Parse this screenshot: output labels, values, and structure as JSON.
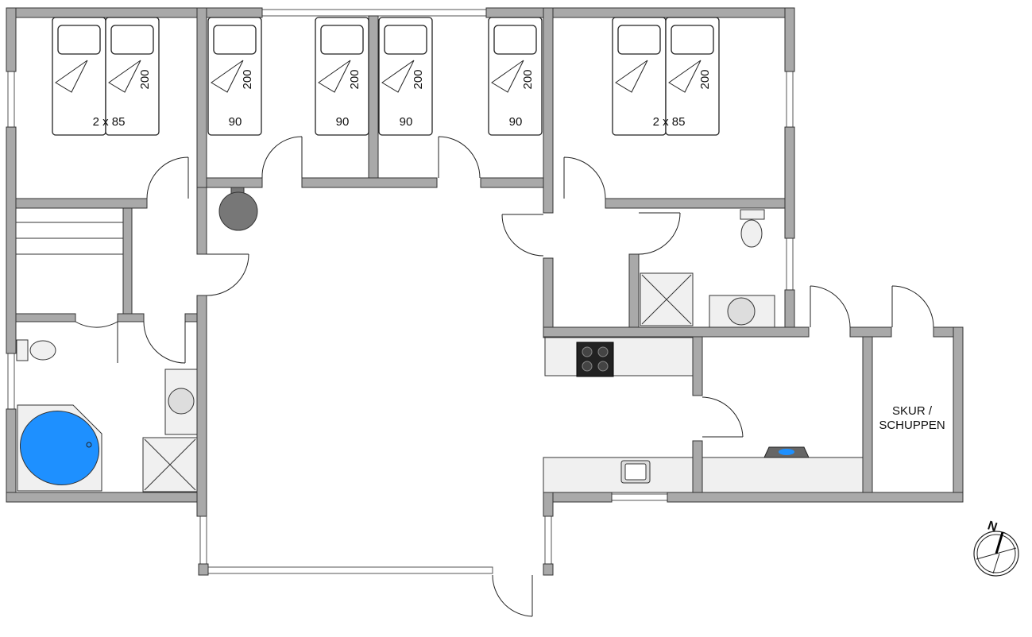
{
  "plan": {
    "beds": [
      {
        "width_label": "2 x 85",
        "length_label": "200"
      },
      {
        "width_label": "90",
        "length_label": "200"
      },
      {
        "width_label": "90",
        "length_label": "200"
      },
      {
        "width_label": "90",
        "length_label": "200"
      },
      {
        "width_label": "90",
        "length_label": "200"
      },
      {
        "width_label": "2 x 85",
        "length_label": "200"
      }
    ],
    "rooms": {
      "shed_label_line1": "SKUR /",
      "shed_label_line2": "SCHUPPEN"
    },
    "compass": {
      "north_label": "N"
    },
    "colors": {
      "wall": "#a9a9a9",
      "bathtub": "#1e90ff",
      "fireplace": "#777777"
    }
  }
}
